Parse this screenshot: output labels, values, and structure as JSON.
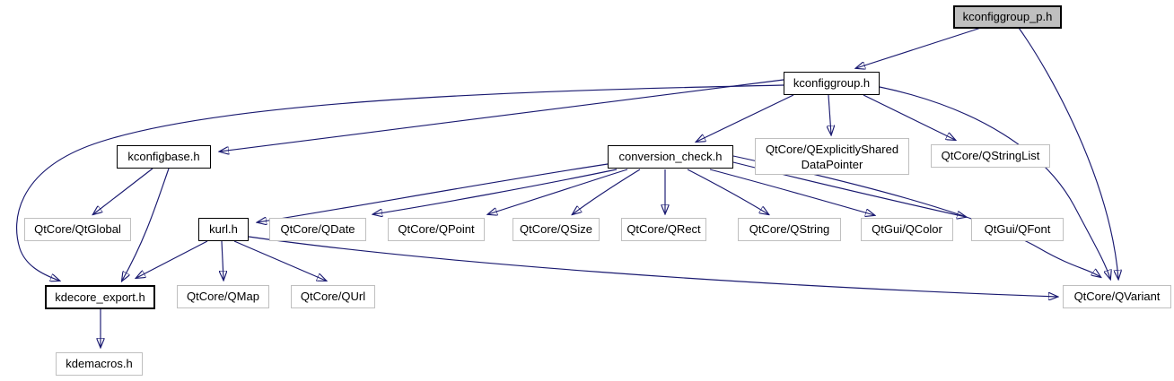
{
  "diagram": {
    "kind": "include-dependency-graph",
    "edge_color": "#191970",
    "root_fill_color": "#bfbfbf",
    "documented_border_color": "#000000",
    "external_border_color": "#bfbfbf"
  },
  "nodes": {
    "kconfiggroup_p_h": {
      "label": "kconfiggroup_p.h",
      "role": "root"
    },
    "kconfiggroup_h": {
      "label": "kconfiggroup.h",
      "role": "documented"
    },
    "kconfigbase_h": {
      "label": "kconfigbase.h",
      "role": "documented"
    },
    "conversion_check_h": {
      "label": "conversion_check.h",
      "role": "documented"
    },
    "qexplicitlyshareddatapointer": {
      "label": "QtCore/QExplicitlySharedDataPointer",
      "lines": [
        "QtCore/QExplicitlyShared",
        "DataPointer"
      ],
      "role": "external"
    },
    "qstringlist": {
      "label": "QtCore/QStringList",
      "role": "external"
    },
    "qtglobal": {
      "label": "QtCore/QtGlobal",
      "role": "external"
    },
    "kurl_h": {
      "label": "kurl.h",
      "role": "documented"
    },
    "qdate": {
      "label": "QtCore/QDate",
      "role": "external"
    },
    "qpoint": {
      "label": "QtCore/QPoint",
      "role": "external"
    },
    "qsize": {
      "label": "QtCore/QSize",
      "role": "external"
    },
    "qrect": {
      "label": "QtCore/QRect",
      "role": "external"
    },
    "qstring": {
      "label": "QtCore/QString",
      "role": "external"
    },
    "qcolor": {
      "label": "QtGui/QColor",
      "role": "external"
    },
    "qfont": {
      "label": "QtGui/QFont",
      "role": "external"
    },
    "kdecore_export_h": {
      "label": "kdecore_export.h",
      "role": "documented"
    },
    "qmap": {
      "label": "QtCore/QMap",
      "role": "external"
    },
    "qurl": {
      "label": "QtCore/QUrl",
      "role": "external"
    },
    "qvariant": {
      "label": "QtCore/QVariant",
      "role": "external"
    },
    "kdemacros_h": {
      "label": "kdemacros.h",
      "role": "external"
    }
  },
  "edges": [
    {
      "from": "kconfiggroup_p_h",
      "to": "kconfiggroup_h"
    },
    {
      "from": "kconfiggroup_p_h",
      "to": "qvariant"
    },
    {
      "from": "kconfiggroup_h",
      "to": "kconfigbase_h"
    },
    {
      "from": "kconfiggroup_h",
      "to": "kdecore_export_h"
    },
    {
      "from": "kconfiggroup_h",
      "to": "conversion_check_h"
    },
    {
      "from": "kconfiggroup_h",
      "to": "qexplicitlyshareddatapointer"
    },
    {
      "from": "kconfiggroup_h",
      "to": "qstringlist"
    },
    {
      "from": "kconfiggroup_h",
      "to": "qvariant"
    },
    {
      "from": "kconfigbase_h",
      "to": "qtglobal"
    },
    {
      "from": "kconfigbase_h",
      "to": "kdecore_export_h"
    },
    {
      "from": "conversion_check_h",
      "to": "kurl_h"
    },
    {
      "from": "conversion_check_h",
      "to": "qdate"
    },
    {
      "from": "conversion_check_h",
      "to": "qpoint"
    },
    {
      "from": "conversion_check_h",
      "to": "qsize"
    },
    {
      "from": "conversion_check_h",
      "to": "qrect"
    },
    {
      "from": "conversion_check_h",
      "to": "qstring"
    },
    {
      "from": "conversion_check_h",
      "to": "qcolor"
    },
    {
      "from": "conversion_check_h",
      "to": "qfont"
    },
    {
      "from": "conversion_check_h",
      "to": "qvariant"
    },
    {
      "from": "kurl_h",
      "to": "kdecore_export_h"
    },
    {
      "from": "kurl_h",
      "to": "qmap"
    },
    {
      "from": "kurl_h",
      "to": "qurl"
    },
    {
      "from": "kurl_h",
      "to": "qvariant"
    },
    {
      "from": "kdecore_export_h",
      "to": "kdemacros_h"
    }
  ]
}
